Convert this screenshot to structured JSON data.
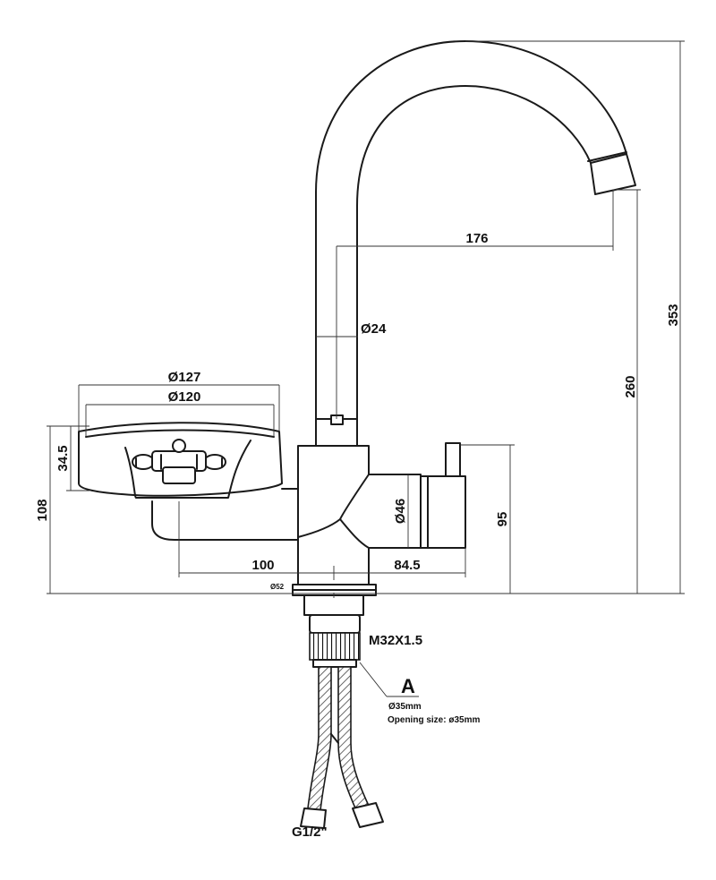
{
  "dimensions": {
    "height_total": "353",
    "spout_height": "260",
    "reach": "176",
    "spout_diameter": "Ø24",
    "base_outer_diameter": "Ø127",
    "base_inner_diameter": "Ø120",
    "base_height": "34.5",
    "soap_height": "108",
    "body_diameter": "Ø46",
    "handle_height": "95",
    "offset_left": "100",
    "offset_right": "84.5",
    "collar_diameter": "Ø52",
    "thread": "M32X1.5",
    "hose_connection": "G1/2\""
  },
  "detail": {
    "marker": "A",
    "hole_diameter": "Ø35mm",
    "opening_size": "Opening size: ø35mm"
  }
}
